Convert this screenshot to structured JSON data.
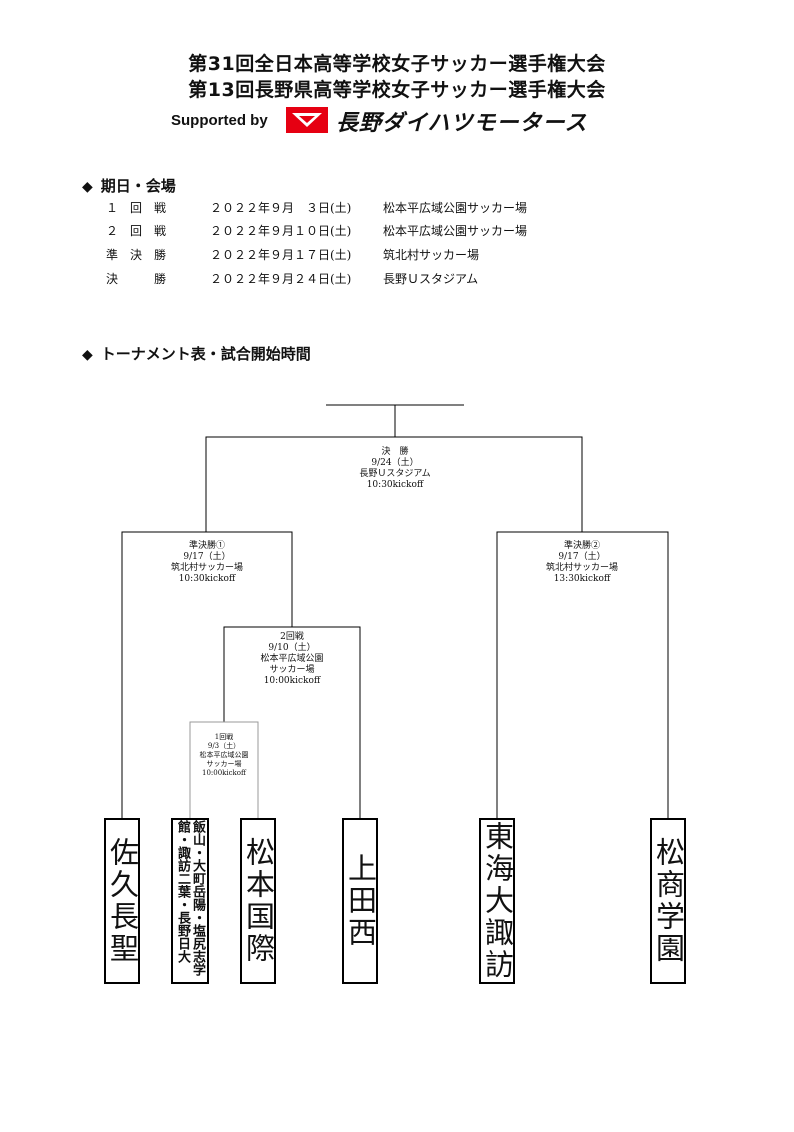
{
  "header": {
    "title_line1": "第31回全日本高等学校女子サッカー選手権大会",
    "title_line2": "第13回長野県高等学校女子サッカー選手権大会",
    "supported_by": "Supported by",
    "sponsor_name": "長野ダイハツモータース",
    "sponsor_color": "#e60012"
  },
  "schedule": {
    "heading": "期日・会場",
    "rows": [
      {
        "round": "１　回　戦",
        "date": "２０２２年９月　３日(土)",
        "venue": "松本平広域公園サッカー場"
      },
      {
        "round": "２　回　戦",
        "date": "２０２２年９月１０日(土)",
        "venue": "松本平広域公園サッカー場"
      },
      {
        "round": "準　決　勝",
        "date": "２０２２年９月１７日(土)",
        "venue": "筑北村サッカー場"
      },
      {
        "round": "決　　　勝",
        "date": "２０２２年９月２４日(土)",
        "venue": "長野Ｕスタジアム"
      }
    ]
  },
  "bracket": {
    "heading": "トーナメント表・試合開始時間",
    "final": {
      "round": "決　勝",
      "date": "9/24（土）",
      "venue": "長野Ｕスタジアム",
      "kickoff": "10:30kickoff"
    },
    "semi1": {
      "round": "準決勝①",
      "date": "9/17（土）",
      "venue": "筑北村サッカー場",
      "kickoff": "10:30kickoff"
    },
    "semi2": {
      "round": "準決勝②",
      "date": "9/17（土）",
      "venue": "筑北村サッカー場",
      "kickoff": "13:30kickoff"
    },
    "round2": {
      "round": "2回戦",
      "date": "9/10（土）",
      "venue1": "松本平広域公園",
      "venue2": "サッカー場",
      "kickoff": "10:00kickoff"
    },
    "round1": {
      "round": "1回戦",
      "date": "9/3（土）",
      "venue1": "松本平広域公園",
      "venue2": "サッカー場",
      "kickoff": "10:00kickoff"
    },
    "teams": [
      {
        "name": "佐久長聖"
      },
      {
        "name": "飯山・大町岳陽・塩尻志学館・諏訪二葉・長野日大"
      },
      {
        "name": "松本国際"
      },
      {
        "name": "上田西"
      },
      {
        "name": "東海大諏訪"
      },
      {
        "name": "松商学園"
      }
    ]
  }
}
